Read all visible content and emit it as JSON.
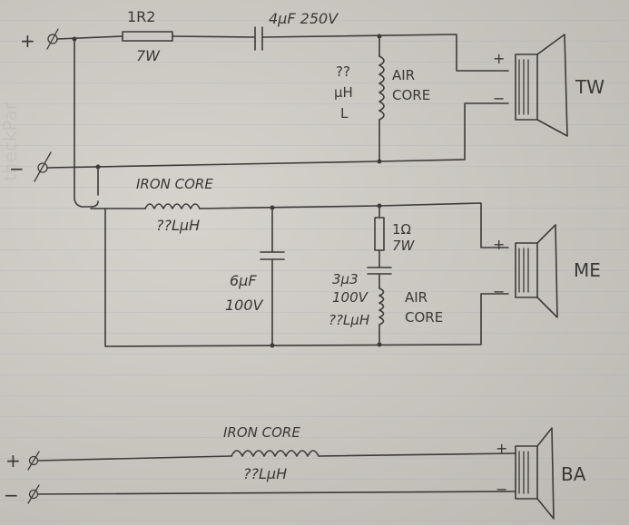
{
  "labels": {
    "resistor_tw": "1R2",
    "resistor_tw_power": "7W",
    "cap_tw": "4µF 250V",
    "inductor_tw_value_1": "??",
    "inductor_tw_value_2": "µH",
    "inductor_tw_value_3": "L",
    "inductor_tw_core_1": "AIR",
    "inductor_tw_core_2": "CORE",
    "plus": "+",
    "minus": "−",
    "tweeter": "TW",
    "iron_core_me": "IRON CORE",
    "inductor_me_value": "??LµH",
    "cap_me_1": "6µF",
    "cap_me_2": "100V",
    "resistor_me": "1Ω",
    "resistor_me_power": "7W",
    "cap_me2_1": "3µ3",
    "cap_me2_2": "100V",
    "inductor_me2_value": "??LµH",
    "inductor_me2_core_1": "AIR",
    "inductor_me2_core_2": "CORE",
    "midrange": "ME",
    "iron_core_ba": "IRON CORE",
    "inductor_ba_value": "??LµH",
    "bass": "BA"
  }
}
